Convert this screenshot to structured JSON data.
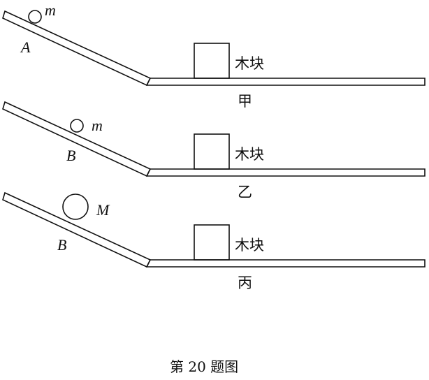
{
  "panels": [
    {
      "ball_label": "m",
      "point_label": "A",
      "block_label": "木块",
      "caption": "甲",
      "ball_radius_relative": 1
    },
    {
      "ball_label": "m",
      "point_label": "B",
      "block_label": "木块",
      "caption": "乙",
      "ball_radius_relative": 1
    },
    {
      "ball_label": "M",
      "point_label": "B",
      "block_label": "木块",
      "caption": "丙",
      "ball_radius_relative": 2
    }
  ],
  "figure_caption": "第 20 题图"
}
